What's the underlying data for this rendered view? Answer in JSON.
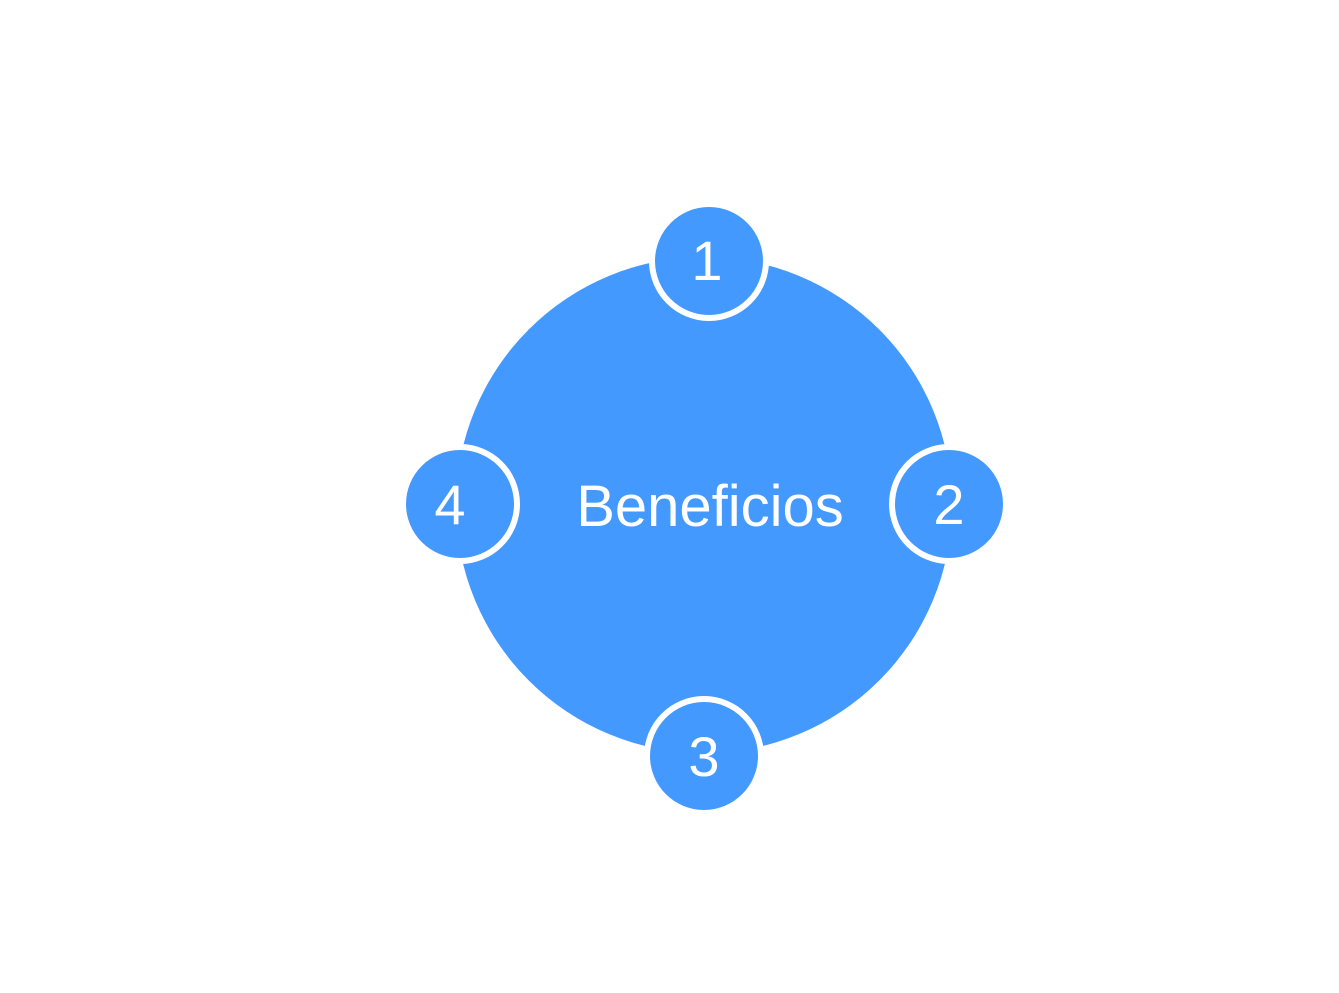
{
  "diagram": {
    "center_label": "Beneficios",
    "color": "#4499FF",
    "nodes": [
      {
        "label": "1"
      },
      {
        "label": "2"
      },
      {
        "label": "3"
      },
      {
        "label": "4"
      }
    ]
  }
}
